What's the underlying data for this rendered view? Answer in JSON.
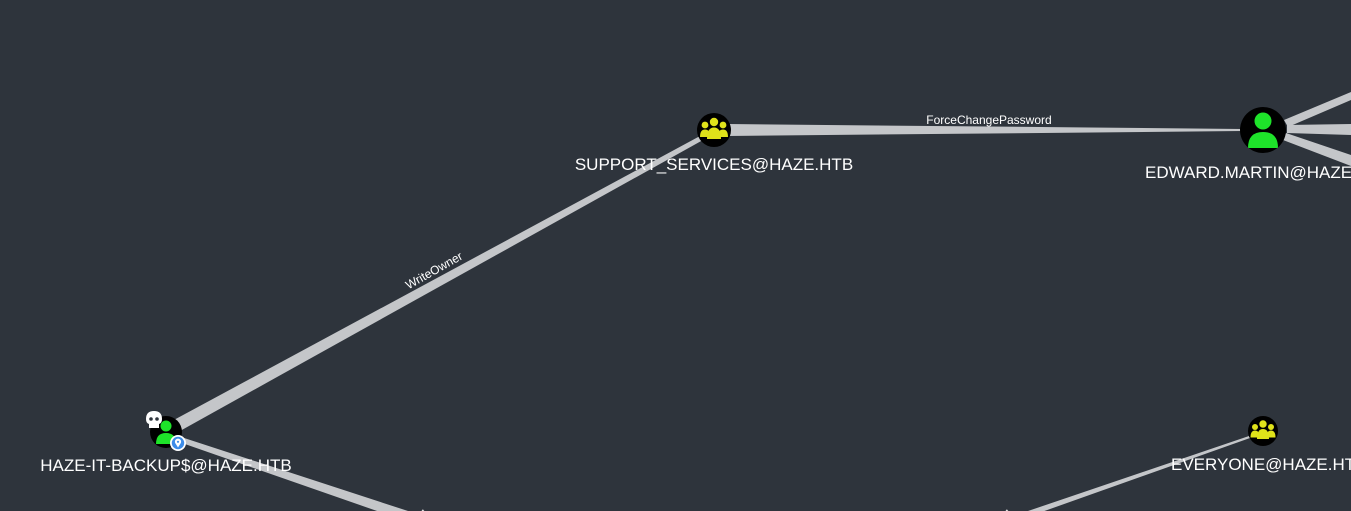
{
  "graph": {
    "background_color": "#2e343c",
    "edge_color": "#c4c6c9",
    "group_icon_color": "#dfe21a",
    "user_icon_color": "#1ee32a",
    "nodes": {
      "support_services": {
        "label": "SUPPORT_SERVICES@HAZE.HTB",
        "type": "group",
        "icon": "group-icon"
      },
      "edward_martin": {
        "label": "EDWARD.MARTIN@HAZE.HTB",
        "type": "user",
        "icon": "user-icon"
      },
      "haze_it_backup": {
        "label": "HAZE-IT-BACKUP$@HAZE.HTB",
        "type": "user",
        "icon": "user-icon",
        "badges": [
          "skull-icon",
          "location-pin-icon"
        ]
      },
      "everyone": {
        "label": "EVERYONE@HAZE.HTB",
        "type": "group",
        "icon": "group-icon"
      }
    },
    "edges": {
      "force_change_password": {
        "label": "ForceChangePassword",
        "from": "support_services",
        "to": "edward_martin"
      },
      "write_owner": {
        "label": "WriteOwner",
        "from": "haze_it_backup",
        "to": "support_services"
      }
    }
  }
}
